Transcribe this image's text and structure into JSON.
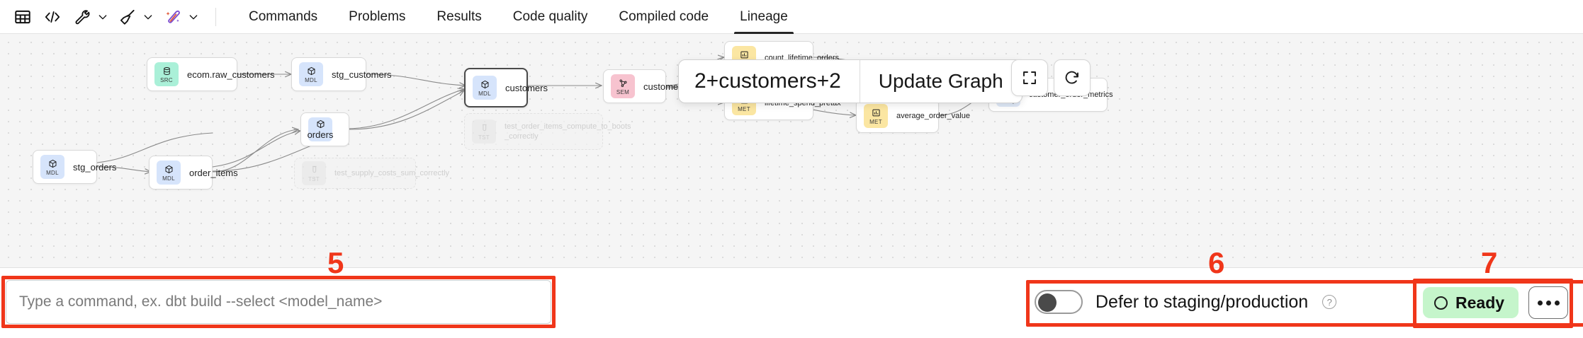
{
  "toolbar": {
    "icons": [
      {
        "name": "table-icon",
        "label": "Table view"
      },
      {
        "name": "code-icon",
        "label": "Code view"
      },
      {
        "name": "wrench-icon",
        "label": "Build tools"
      },
      {
        "name": "broom-icon",
        "label": "Format"
      },
      {
        "name": "magic-wand-icon",
        "label": "AI assist"
      }
    ]
  },
  "tabs": [
    {
      "label": "Commands",
      "active": false
    },
    {
      "label": "Problems",
      "active": false
    },
    {
      "label": "Results",
      "active": false
    },
    {
      "label": "Code quality",
      "active": false
    },
    {
      "label": "Compiled code",
      "active": false
    },
    {
      "label": "Lineage",
      "active": true
    }
  ],
  "lineage": {
    "nodes": [
      {
        "id": "raw_customers",
        "kind": "SRC",
        "label": "ecom.raw_customers",
        "selected": false,
        "ghost": false
      },
      {
        "id": "stg_customers",
        "kind": "MDL",
        "label": "stg_customers",
        "selected": false,
        "ghost": false
      },
      {
        "id": "customers_mdl",
        "kind": "MDL",
        "label": "customers",
        "selected": true,
        "ghost": false
      },
      {
        "id": "customers_sem",
        "kind": "SEM",
        "label": "customers",
        "selected": false,
        "ghost": false
      },
      {
        "id": "count_lifetime_orders",
        "kind": "MET",
        "label": "count_lifetime_orders",
        "selected": false,
        "ghost": false
      },
      {
        "id": "lifetime_spend_pretax",
        "kind": "MET",
        "label": "lifetime_spend_pretax",
        "selected": false,
        "ghost": false
      },
      {
        "id": "average_order_value",
        "kind": "MET",
        "label": "average_order_value",
        "selected": false,
        "ghost": false
      },
      {
        "id": "customer_order_metrics",
        "kind": "SVQ",
        "label": "customer_order_metrics",
        "selected": false,
        "ghost": false
      },
      {
        "id": "orders",
        "kind": "MDL",
        "label": "orders",
        "selected": false,
        "ghost": false
      },
      {
        "id": "stg_orders",
        "kind": "MDL",
        "label": "stg_orders",
        "selected": false,
        "ghost": false
      },
      {
        "id": "order_items",
        "kind": "MDL",
        "label": "order_items",
        "selected": false,
        "ghost": false
      },
      {
        "id": "test_order_items",
        "kind": "TST",
        "label": "test_order_items_compute_to_boots _correctly",
        "selected": false,
        "ghost": true
      },
      {
        "id": "test_supply_costs",
        "kind": "TST",
        "label": "test_supply_costs_sum_correctly",
        "selected": false,
        "ghost": true
      }
    ],
    "overlay": {
      "expression": "2+customers+2",
      "update_button": "Update Graph"
    },
    "controls": [
      {
        "name": "fit-view-button",
        "glyph": "fullscreen"
      },
      {
        "name": "refresh-graph-button",
        "glyph": "refresh"
      }
    ]
  },
  "command_bar": {
    "placeholder": "Type a command, ex. dbt build --select <model_name>",
    "value": ""
  },
  "defer": {
    "label": "Defer to staging/production",
    "enabled": false,
    "help_glyph": "?"
  },
  "status": {
    "label": "Ready",
    "color": "#c5f5cb",
    "more_label": "More actions"
  },
  "annotations": [
    {
      "number": "5",
      "target": "command-input"
    },
    {
      "number": "6",
      "target": "defer-toggle"
    },
    {
      "number": "7",
      "target": "status-ready"
    }
  ]
}
